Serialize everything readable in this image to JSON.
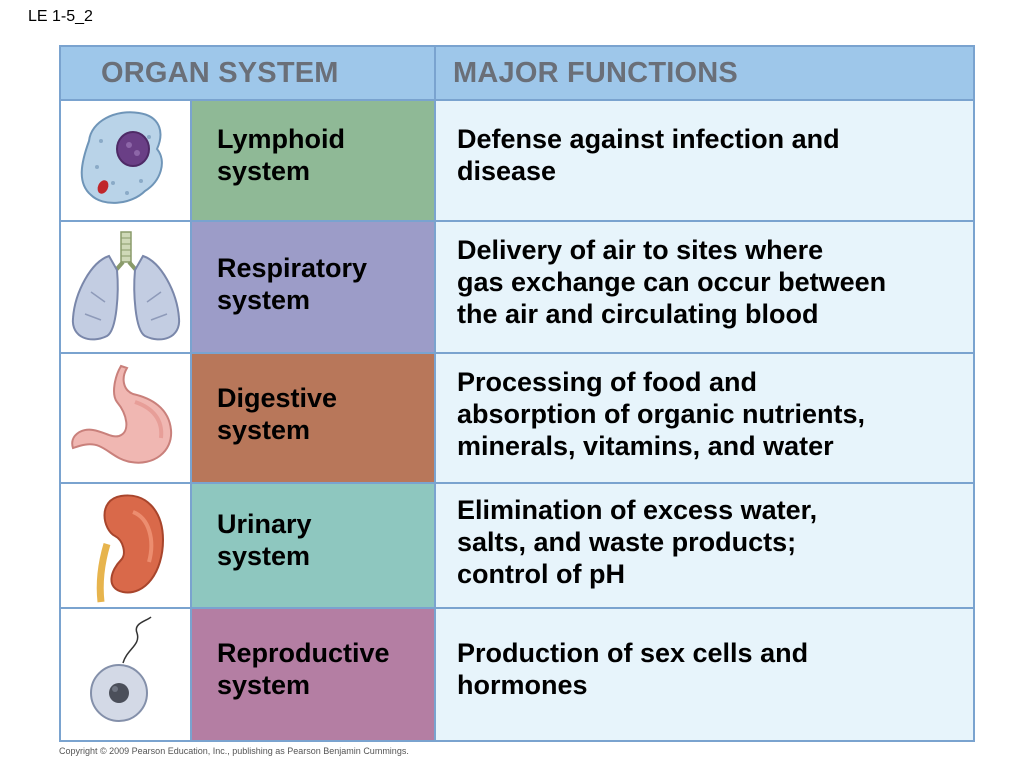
{
  "page_label": "LE 1-5_2",
  "headers": {
    "organ_system": "ORGAN SYSTEM",
    "major_functions": "MAJOR FUNCTIONS"
  },
  "colors": {
    "header_bg": "#9ec7ea",
    "header_text": "#6a6f78",
    "border": "#7aa3cf",
    "function_bg": "#e7f4fb",
    "lymphoid": "#8fb996",
    "respiratory": "#9c9cc8",
    "digestive": "#b8775a",
    "urinary": "#8ec7bf",
    "reproductive": "#b47ea3"
  },
  "rows": [
    {
      "icon": "lymphocyte-icon",
      "name_lines": [
        "Lymphoid",
        "system"
      ],
      "function_lines": [
        "Defense against infection and",
        "disease"
      ]
    },
    {
      "icon": "lungs-icon",
      "name_lines": [
        "Respiratory",
        "system"
      ],
      "function_lines": [
        "Delivery of air to sites where",
        "gas exchange can occur between",
        "the air and circulating blood"
      ]
    },
    {
      "icon": "stomach-icon",
      "name_lines": [
        "Digestive",
        "system"
      ],
      "function_lines": [
        "Processing of food and",
        "absorption of organic nutrients,",
        "minerals, vitamins, and water"
      ]
    },
    {
      "icon": "kidney-icon",
      "name_lines": [
        "Urinary",
        "system"
      ],
      "function_lines": [
        "Elimination of excess water,",
        "salts, and waste products;",
        "control of pH"
      ]
    },
    {
      "icon": "sperm-cell-icon",
      "name_lines": [
        "Reproductive",
        "system"
      ],
      "function_lines": [
        "Production of sex cells and",
        "hormones"
      ]
    }
  ],
  "copyright": "Copyright © 2009 Pearson Education, Inc., publishing as Pearson Benjamin Cummings."
}
